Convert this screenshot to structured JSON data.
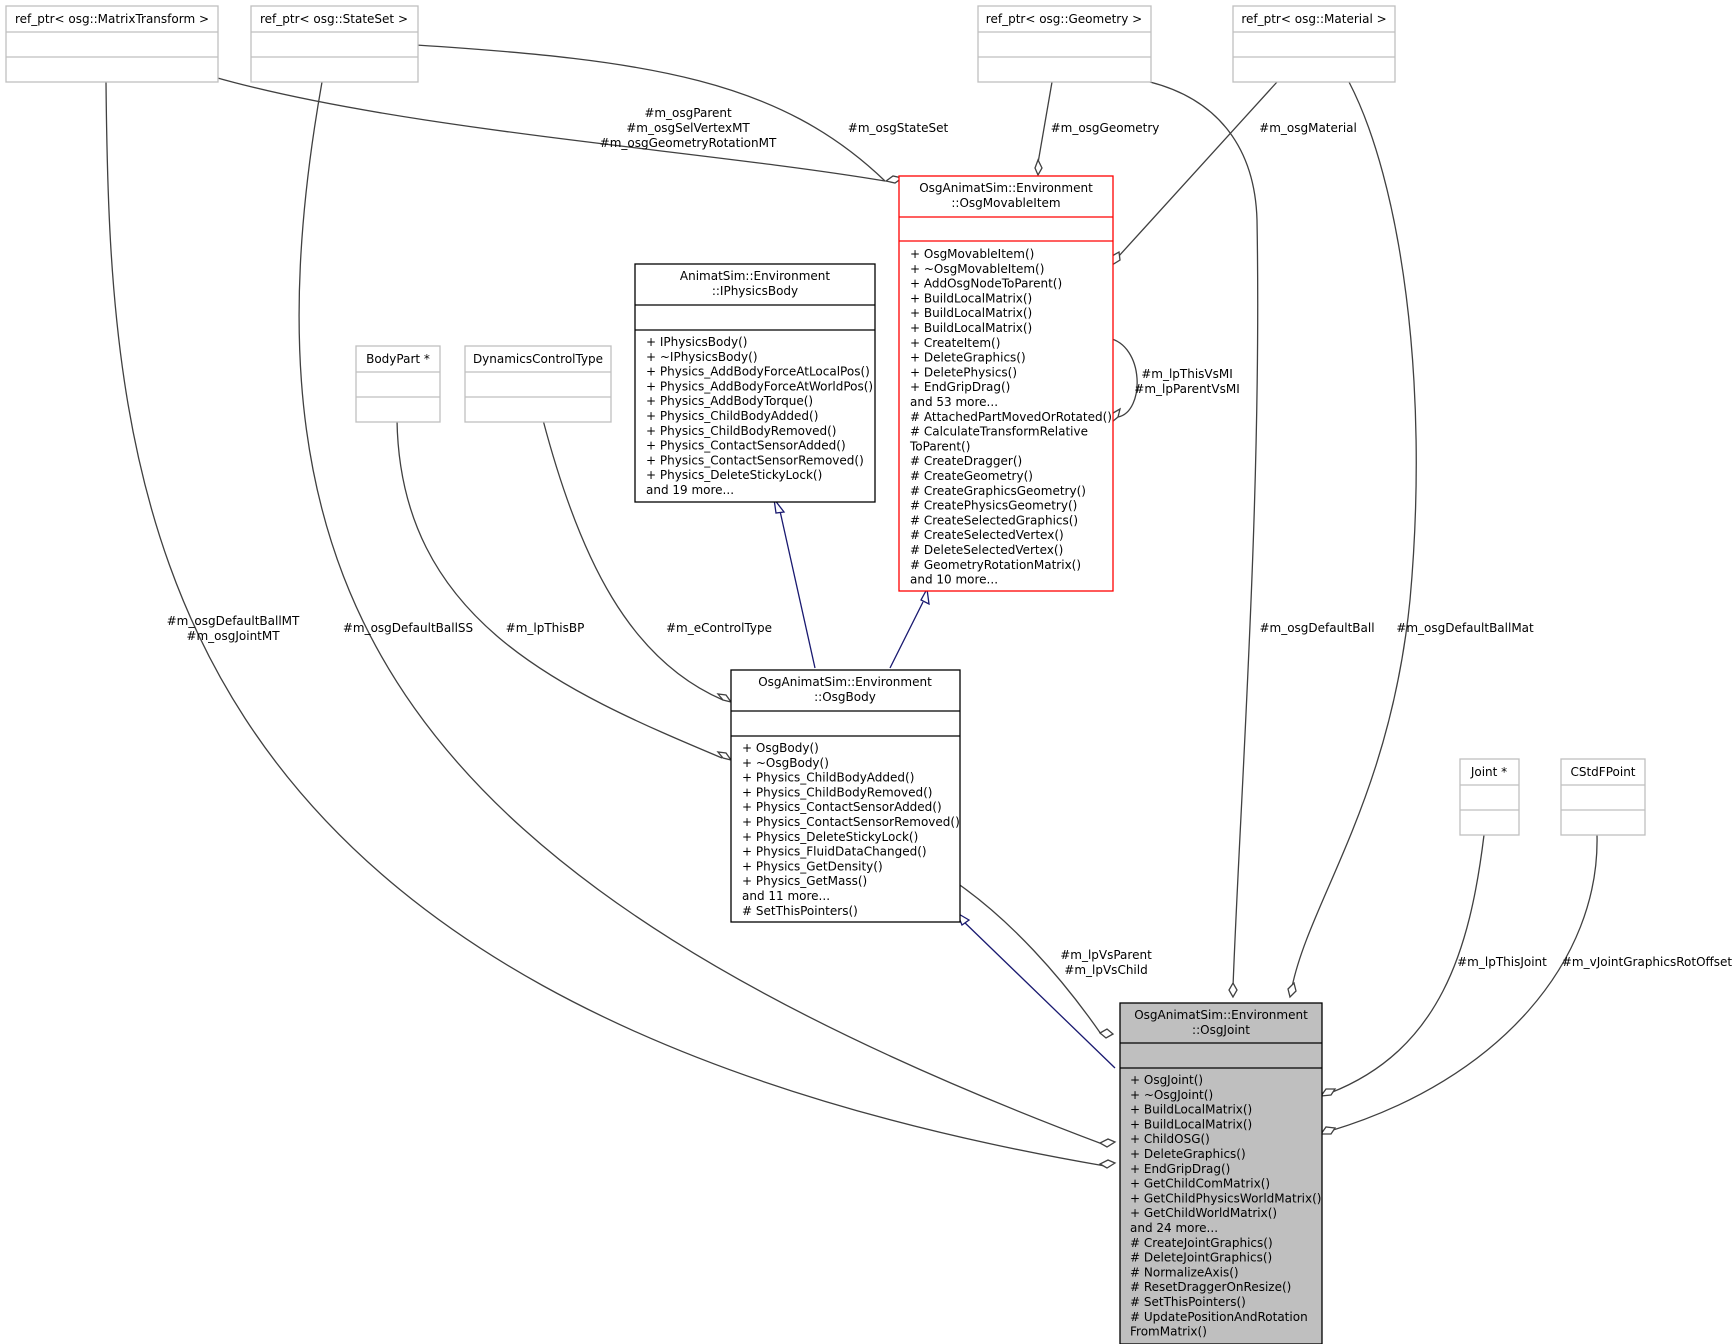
{
  "classes": {
    "matrix_transform": {
      "title": [
        "ref_ptr< osg::MatrixTransform >"
      ]
    },
    "state_set": {
      "title": [
        "ref_ptr< osg::StateSet >"
      ]
    },
    "geometry": {
      "title": [
        "ref_ptr< osg::Geometry >"
      ]
    },
    "material": {
      "title": [
        "ref_ptr< osg::Material >"
      ]
    },
    "body_part": {
      "title": [
        "BodyPart *"
      ]
    },
    "dynamics_control_type": {
      "title": [
        "DynamicsControlType"
      ]
    },
    "joint_ptr": {
      "title": [
        "Joint *"
      ]
    },
    "cstdfpoint": {
      "title": [
        "CStdFPoint"
      ]
    },
    "iphysics_body": {
      "title": [
        "AnimatSim::Environment",
        "::IPhysicsBody"
      ],
      "members": [
        "+ IPhysicsBody()",
        "+ ~IPhysicsBody()",
        "+ Physics_AddBodyForceAtLocalPos()",
        "+ Physics_AddBodyForceAtWorldPos()",
        "+ Physics_AddBodyTorque()",
        "+ Physics_ChildBodyAdded()",
        "+ Physics_ChildBodyRemoved()",
        "+ Physics_ContactSensorAdded()",
        "+ Physics_ContactSensorRemoved()",
        "+ Physics_DeleteStickyLock()",
        "and 19 more..."
      ]
    },
    "osg_movable_item": {
      "title": [
        "OsgAnimatSim::Environment",
        "::OsgMovableItem"
      ],
      "members": [
        "+ OsgMovableItem()",
        "+ ~OsgMovableItem()",
        "+ AddOsgNodeToParent()",
        "+ BuildLocalMatrix()",
        "+ BuildLocalMatrix()",
        "+ BuildLocalMatrix()",
        "+ CreateItem()",
        "+ DeleteGraphics()",
        "+ DeletePhysics()",
        "+ EndGripDrag()",
        "and 53 more...",
        "# AttachedPartMovedOrRotated()",
        "# CalculateTransformRelative",
        "ToParent()",
        "# CreateDragger()",
        "# CreateGeometry()",
        "# CreateGraphicsGeometry()",
        "# CreatePhysicsGeometry()",
        "# CreateSelectedGraphics()",
        "# CreateSelectedVertex()",
        "# DeleteSelectedVertex()",
        "# GeometryRotationMatrix()",
        "and 10 more..."
      ]
    },
    "osg_body": {
      "title": [
        "OsgAnimatSim::Environment",
        "::OsgBody"
      ],
      "members": [
        "+ OsgBody()",
        "+ ~OsgBody()",
        "+ Physics_ChildBodyAdded()",
        "+ Physics_ChildBodyRemoved()",
        "+ Physics_ContactSensorAdded()",
        "+ Physics_ContactSensorRemoved()",
        "+ Physics_DeleteStickyLock()",
        "+ Physics_FluidDataChanged()",
        "+ Physics_GetDensity()",
        "+ Physics_GetMass()",
        "and 11 more...",
        "# SetThisPointers()"
      ]
    },
    "osg_joint": {
      "title": [
        "OsgAnimatSim::Environment",
        "::OsgJoint"
      ],
      "members": [
        "+ OsgJoint()",
        "+ ~OsgJoint()",
        "+ BuildLocalMatrix()",
        "+ BuildLocalMatrix()",
        "+ ChildOSG()",
        "+ DeleteGraphics()",
        "+ EndGripDrag()",
        "+ GetChildComMatrix()",
        "+ GetChildPhysicsWorldMatrix()",
        "+ GetChildWorldMatrix()",
        "and 24 more...",
        "# CreateJointGraphics()",
        "# DeleteJointGraphics()",
        "# NormalizeAxis()",
        "# ResetDraggerOnResize()",
        "# SetThisPointers()",
        "# UpdatePositionAndRotation",
        "FromMatrix()"
      ]
    }
  },
  "edge_labels": {
    "parent_group": [
      "#m_osgParent",
      "#m_osgSelVertexMT",
      "#m_osgGeometryRotationMT"
    ],
    "state_set": [
      "#m_osgStateSet"
    ],
    "geometry": [
      "#m_osgGeometry"
    ],
    "material": [
      "#m_osgMaterial"
    ],
    "self_ref": [
      "#m_lpThisVsMI",
      "#m_lpParentVsMI"
    ],
    "default_ball_mt": [
      "#m_osgDefaultBallMT",
      "#m_osgJointMT"
    ],
    "default_ball_ss": [
      "#m_osgDefaultBallSS"
    ],
    "this_bp": [
      "#m_lpThisBP"
    ],
    "control_type": [
      "#m_eControlType"
    ],
    "default_ball": [
      "#m_osgDefaultBall"
    ],
    "default_ball_mat": [
      "#m_osgDefaultBallMat"
    ],
    "vs_parent_child": [
      "#m_lpVsParent",
      "#m_lpVsChild"
    ],
    "this_joint": [
      "#m_lpThisJoint"
    ],
    "rot_offset": [
      "#m_vJointGraphicsRotOffset"
    ]
  }
}
